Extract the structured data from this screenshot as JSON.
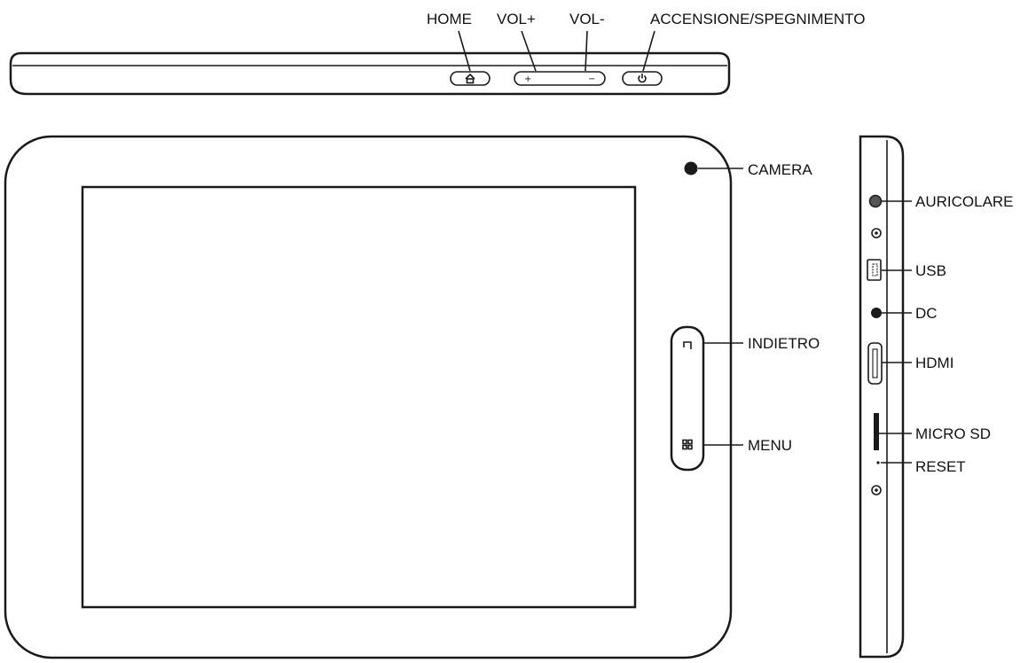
{
  "labels": {
    "home": "HOME",
    "vol_plus": "VOL+",
    "vol_minus": "VOL-",
    "power": "ACCENSIONE/SPEGNIMENTO",
    "camera": "CAMERA",
    "back": "INDIETRO",
    "menu": "MENU",
    "headphone": "AURICOLARE",
    "usb": "USB",
    "dc": "DC",
    "hdmi": "HDMI",
    "micro_sd": "MICRO SD",
    "reset": "RESET"
  },
  "glyphs": {
    "plus": "+",
    "minus": "−"
  },
  "icons": {
    "home_button": "home-icon",
    "power_button": "power-icon",
    "back_button": "back-icon",
    "menu_button": "grid-icon"
  }
}
